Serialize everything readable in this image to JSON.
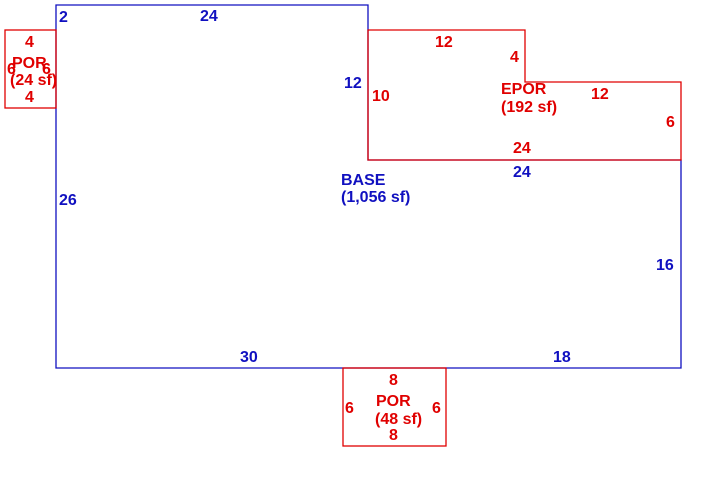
{
  "colors": {
    "base": "#1010c0",
    "porch": "#e00000",
    "background": "#ffffff"
  },
  "areas": [
    {
      "id": "base",
      "name": "BASE",
      "area": "(1,056 sf)",
      "color": "base"
    },
    {
      "id": "epor",
      "name": "EPOR",
      "area": "(192 sf)",
      "color": "porch"
    },
    {
      "id": "por_left",
      "name": "POR",
      "area": "(24 sf)",
      "color": "porch"
    },
    {
      "id": "por_bottom",
      "name": "POR",
      "area": "(48 sf)",
      "color": "porch"
    }
  ],
  "dimensions": {
    "base": [
      "2",
      "24",
      "12",
      "24",
      "16",
      "18",
      "30",
      "26"
    ],
    "epor": [
      "12",
      "4",
      "12",
      "6",
      "24",
      "10"
    ],
    "por_left": [
      "4",
      "6",
      "6",
      "4"
    ],
    "por_bottom": [
      "8",
      "6",
      "6",
      "8"
    ]
  }
}
